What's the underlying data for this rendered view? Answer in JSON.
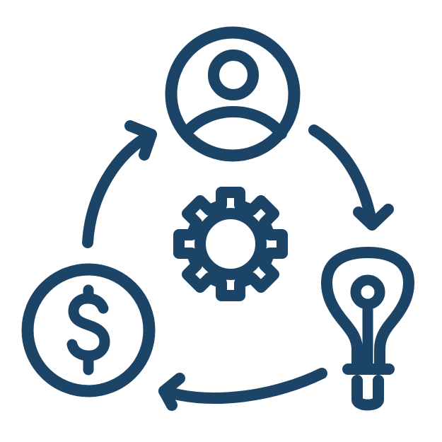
{
  "colors": {
    "stroke": "#1b4466",
    "background": "#ffffff"
  },
  "icons": {
    "top": "user-icon",
    "center": "gear-icon",
    "right": "lightbulb-icon",
    "left": "dollar-icon"
  },
  "arrows": [
    "arrow-left-to-top",
    "arrow-top-to-right",
    "arrow-right-to-left"
  ]
}
